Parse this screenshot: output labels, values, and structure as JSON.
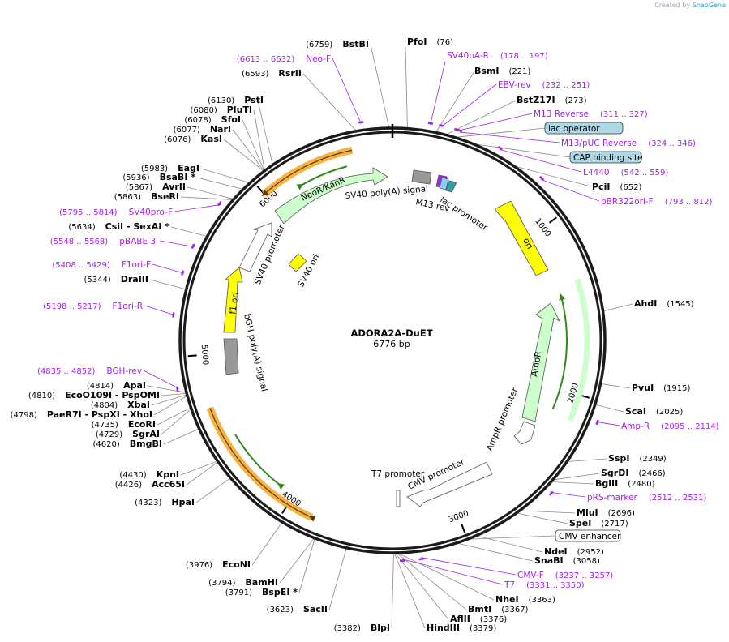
{
  "credit": {
    "prefix": "Created by",
    "brand": "SnapGene"
  },
  "plasmid": {
    "name": "ADORA2A-DuET",
    "length_label": "6776 bp",
    "length": 6776
  },
  "colors": {
    "primer": "#a020f0",
    "ori": "#ffff00",
    "gene": "#ccffcc",
    "orange": "#f5a623",
    "green_arrow": "#2e8b1a",
    "gray": "#999999"
  },
  "ticks": [
    "1000",
    "2000",
    "3000",
    "4000",
    "5000",
    "6000"
  ],
  "enzymes": [
    {
      "name": "PfoI",
      "pos": "(76)"
    },
    {
      "name": "BsmI",
      "pos": "(221)"
    },
    {
      "name": "BstZ17I",
      "pos": "(273)"
    },
    {
      "name": "PciI",
      "pos": "(652)"
    },
    {
      "name": "AhdI",
      "pos": "(1545)"
    },
    {
      "name": "PvuI",
      "pos": "(1915)"
    },
    {
      "name": "ScaI",
      "pos": "(2025)"
    },
    {
      "name": "SspI",
      "pos": "(2349)"
    },
    {
      "name": "SgrDI",
      "pos": "(2466)"
    },
    {
      "name": "BglII",
      "pos": "(2480)"
    },
    {
      "name": "MluI",
      "pos": "(2696)"
    },
    {
      "name": "SpeI",
      "pos": "(2717)"
    },
    {
      "name": "NdeI",
      "pos": "(2952)"
    },
    {
      "name": "SnaBI",
      "pos": "(3058)"
    },
    {
      "name": "NheI",
      "pos": "(3363)"
    },
    {
      "name": "BmtI",
      "pos": "(3367)"
    },
    {
      "name": "AflII",
      "pos": "(3376)"
    },
    {
      "name": "HindIII",
      "pos": "(3379)"
    },
    {
      "name": "BlpI",
      "pos": "(3382)"
    },
    {
      "name": "SacII",
      "pos": "(3623)"
    },
    {
      "name": "BspEI *",
      "pos": "(3791)"
    },
    {
      "name": "BamHI",
      "pos": "(3794)"
    },
    {
      "name": "EcoNI",
      "pos": "(3976)"
    },
    {
      "name": "HpaI",
      "pos": "(4323)"
    },
    {
      "name": "Acc65I",
      "pos": "(4426)"
    },
    {
      "name": "KpnI",
      "pos": "(4430)"
    },
    {
      "name": "BmgBI",
      "pos": "(4620)"
    },
    {
      "name": "SgrAI",
      "pos": "(4729)"
    },
    {
      "name": "EcoRI",
      "pos": "(4735)"
    },
    {
      "name": "PaeR7I  - PspXI  - XhoI",
      "pos": "(4798)"
    },
    {
      "name": "XbaI",
      "pos": "(4804)"
    },
    {
      "name": "EcoO109I  - PspOMI",
      "pos": "(4810)"
    },
    {
      "name": "ApaI",
      "pos": "(4814)"
    },
    {
      "name": "DraIII",
      "pos": "(5344)"
    },
    {
      "name": "CsiI  - SexAI *",
      "pos": "(5634)"
    },
    {
      "name": "BseRI",
      "pos": "(5863)"
    },
    {
      "name": "AvrII",
      "pos": "(5867)"
    },
    {
      "name": "BsaBI *",
      "pos": "(5936)"
    },
    {
      "name": "EagI",
      "pos": "(5983)"
    },
    {
      "name": "KasI",
      "pos": "(6076)"
    },
    {
      "name": "NarI",
      "pos": "(6077)"
    },
    {
      "name": "SfoI",
      "pos": "(6078)"
    },
    {
      "name": "PluTI",
      "pos": "(6080)"
    },
    {
      "name": "PstI",
      "pos": "(6130)"
    },
    {
      "name": "RsrII",
      "pos": "(6593)"
    },
    {
      "name": "BstBI",
      "pos": "(6759)"
    }
  ],
  "primers": [
    {
      "name": "SV40pA-R",
      "pos": "(178 .. 197)"
    },
    {
      "name": "EBV-rev",
      "pos": "(232 .. 251)"
    },
    {
      "name": "M13 Reverse",
      "pos": "(311 .. 327)"
    },
    {
      "name": "M13/pUC Reverse",
      "pos": "(324 .. 346)"
    },
    {
      "name": "L4440",
      "pos": "(542 .. 559)"
    },
    {
      "name": "pBR322ori-F",
      "pos": "(793 .. 812)"
    },
    {
      "name": "Amp-R",
      "pos": "(2095 .. 2114)"
    },
    {
      "name": "pRS-marker",
      "pos": "(2512 .. 2531)"
    },
    {
      "name": "CMV-F",
      "pos": "(3237 .. 3257)"
    },
    {
      "name": "T7",
      "pos": "(3331 .. 3350)"
    },
    {
      "name": "BGH-rev",
      "pos": "(4835 .. 4852)"
    },
    {
      "name": "F1ori-R",
      "pos": "(5198 .. 5217)"
    },
    {
      "name": "F1ori-F",
      "pos": "(5408 .. 5429)"
    },
    {
      "name": "pBABE 3'",
      "pos": "(5548 .. 5568)"
    },
    {
      "name": "SV40pro-F",
      "pos": "(5795 .. 5814)"
    },
    {
      "name": "Neo-F",
      "pos": "(6613 .. 6632)"
    }
  ],
  "boxed_labels": [
    {
      "name": "lac operator"
    },
    {
      "name": "CAP binding site"
    },
    {
      "name": "CMV enhancer"
    }
  ],
  "features": [
    {
      "name": "ori"
    },
    {
      "name": "AmpR"
    },
    {
      "name": "AmpR promoter"
    },
    {
      "name": "CMV promoter"
    },
    {
      "name": "T7 promoter"
    },
    {
      "name": "bGH poly(A) signal"
    },
    {
      "name": "f1 ori"
    },
    {
      "name": "SV40 promoter"
    },
    {
      "name": "SV40 ori"
    },
    {
      "name": "NeoR/KanR"
    },
    {
      "name": "SV40 poly(A) signal"
    },
    {
      "name": "M13 rev"
    },
    {
      "name": "lac promoter"
    }
  ]
}
